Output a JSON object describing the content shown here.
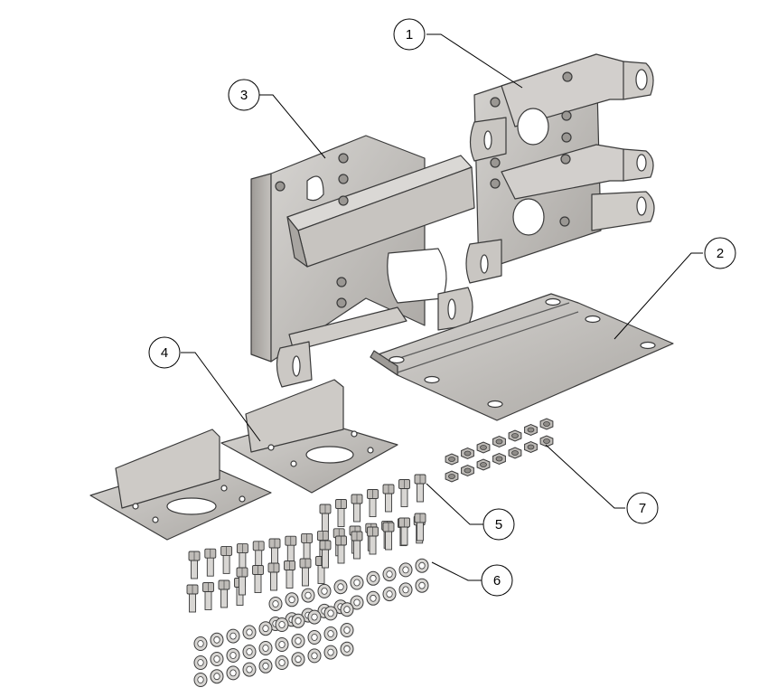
{
  "colors": {
    "steel": "#bfbcb8",
    "steel_light": "#d8d6d3",
    "steel_dark": "#8f8c88",
    "edge": "#3a3a3a",
    "hole": "#ffffff"
  },
  "callouts": [
    {
      "id": "1",
      "part": "upper-bracket"
    },
    {
      "id": "2",
      "part": "base-plate"
    },
    {
      "id": "3",
      "part": "main-bracket"
    },
    {
      "id": "4",
      "part": "angle-clip"
    },
    {
      "id": "5",
      "part": "hex-bolts"
    },
    {
      "id": "6",
      "part": "washers"
    },
    {
      "id": "7",
      "part": "hex-nuts"
    }
  ]
}
